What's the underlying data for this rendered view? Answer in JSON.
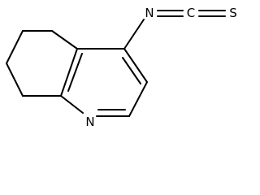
{
  "molecule": {
    "atoms": {
      "nitrogen_ring": "N",
      "nitrogen_isothiocyanate": "N",
      "carbon_isothiocyanate": "C",
      "sulfur": "S"
    }
  }
}
